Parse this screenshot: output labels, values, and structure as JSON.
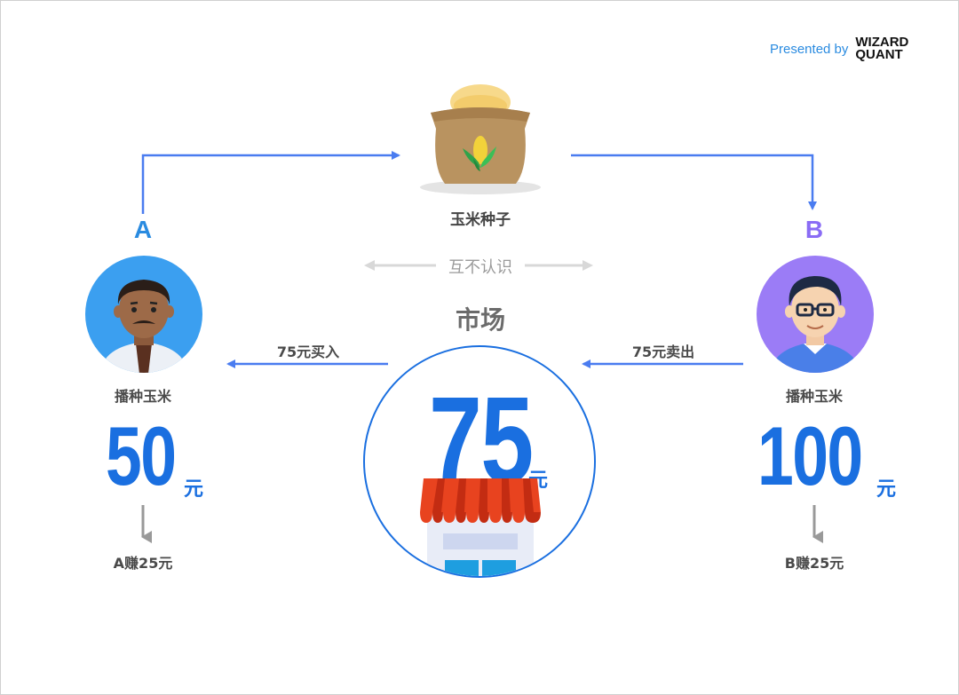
{
  "header": {
    "presented_by": "Presented by",
    "brand_line1": "WIZARD",
    "brand_line2": "QUANT"
  },
  "seed": {
    "label": "玉米种子"
  },
  "middle": {
    "no_contact": "互不认识",
    "market_label": "市场",
    "price_value": "75",
    "price_unit": "元"
  },
  "party_a": {
    "letter": "A",
    "action": "播种玉米",
    "cost_value": "50",
    "cost_unit": "元",
    "trade_label": "75元买入",
    "profit": "A赚25元"
  },
  "party_b": {
    "letter": "B",
    "action": "播种玉米",
    "cost_value": "100",
    "cost_unit": "元",
    "trade_label": "75元卖出",
    "profit": "B赚25元"
  },
  "colors": {
    "accent_blue": "#1a6fe0",
    "arrow_blue": "#4a7cf0",
    "letter_b_purple": "#8a6cf5",
    "gray_arrow": "#999999"
  },
  "icons": [
    "seed-bag-icon",
    "farmer-a-avatar",
    "farmer-b-avatar",
    "market-store-icon"
  ]
}
